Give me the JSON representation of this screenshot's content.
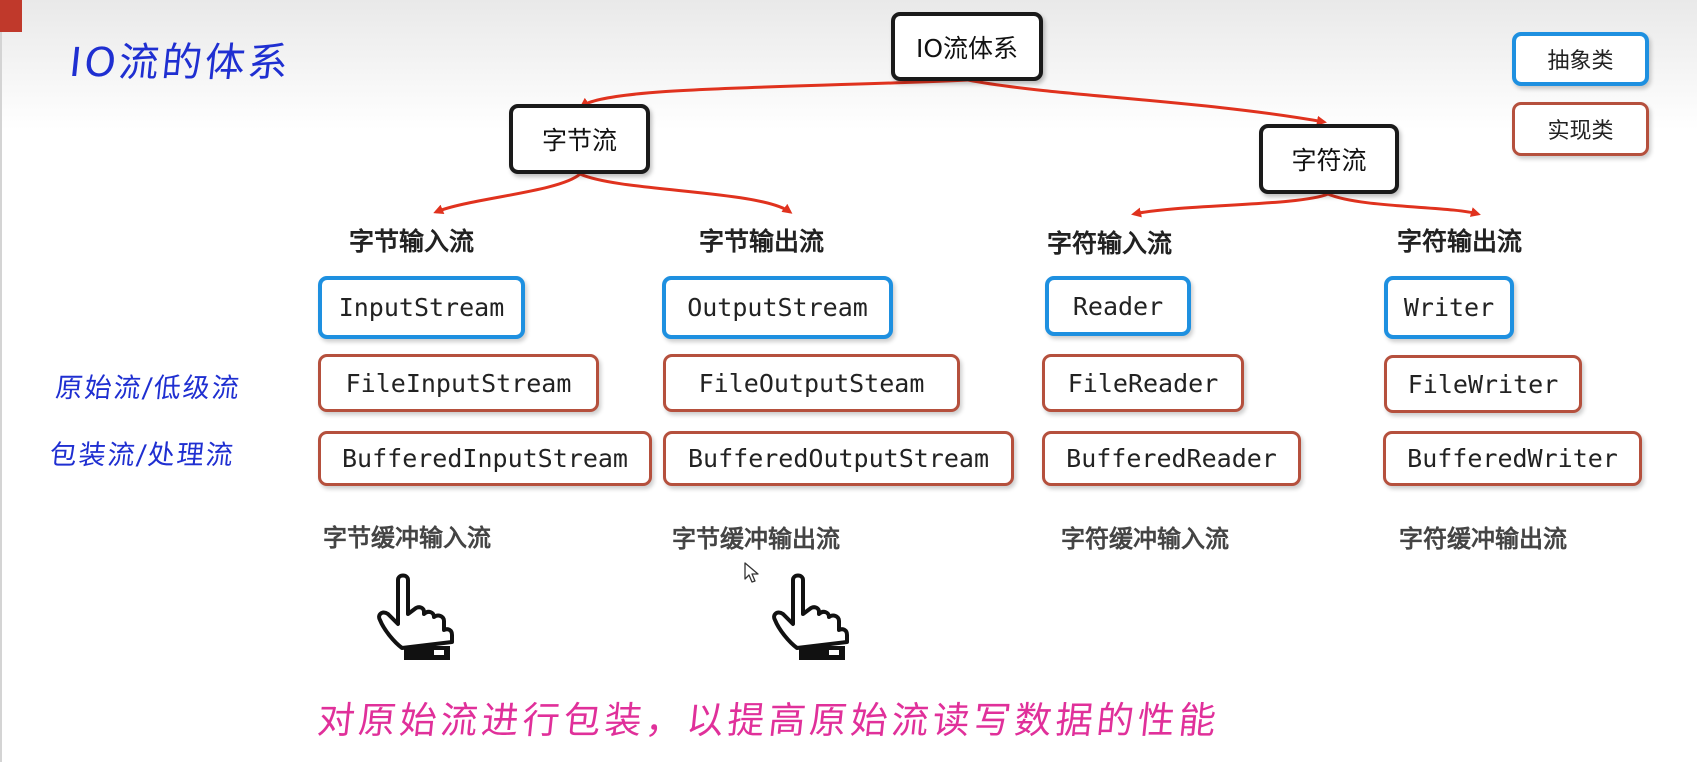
{
  "title": "IO流的体系",
  "root": "IO流体系",
  "branches": {
    "byte": "字节流",
    "char": "字符流"
  },
  "legend": {
    "abstract": "抽象类",
    "impl": "实现类"
  },
  "columns": [
    {
      "heading": "字节输入流",
      "abstract": "InputStream",
      "basic": "FileInputStream",
      "buffered": "BufferedInputStream",
      "caption": "字节缓冲输入流"
    },
    {
      "heading": "字节输出流",
      "abstract": "OutputStream",
      "basic": "FileOutputSteam",
      "buffered": "BufferedOutputStream",
      "caption": "字节缓冲输出流"
    },
    {
      "heading": "字符输入流",
      "abstract": "Reader",
      "basic": "FileReader",
      "buffered": "BufferedReader",
      "caption": "字符缓冲输入流"
    },
    {
      "heading": "字符输出流",
      "abstract": "Writer",
      "basic": "FileWriter",
      "buffered": "BufferedWriter",
      "caption": "字符缓冲输出流"
    }
  ],
  "row_labels": {
    "basic": "原始流/低级流",
    "buffered": "包装流/处理流"
  },
  "note": "对原始流进行包装，以提高原始流读写数据的性能",
  "icons": [
    "pointing-hand-icon",
    "pointing-hand-icon",
    "cursor-icon"
  ],
  "colors": {
    "abstract_border": "#1e90e0",
    "impl_border": "#b5503d",
    "arrow": "#e0321e",
    "handwriting_blue": "#1f2fd1",
    "handwriting_pink": "#e0309a"
  }
}
